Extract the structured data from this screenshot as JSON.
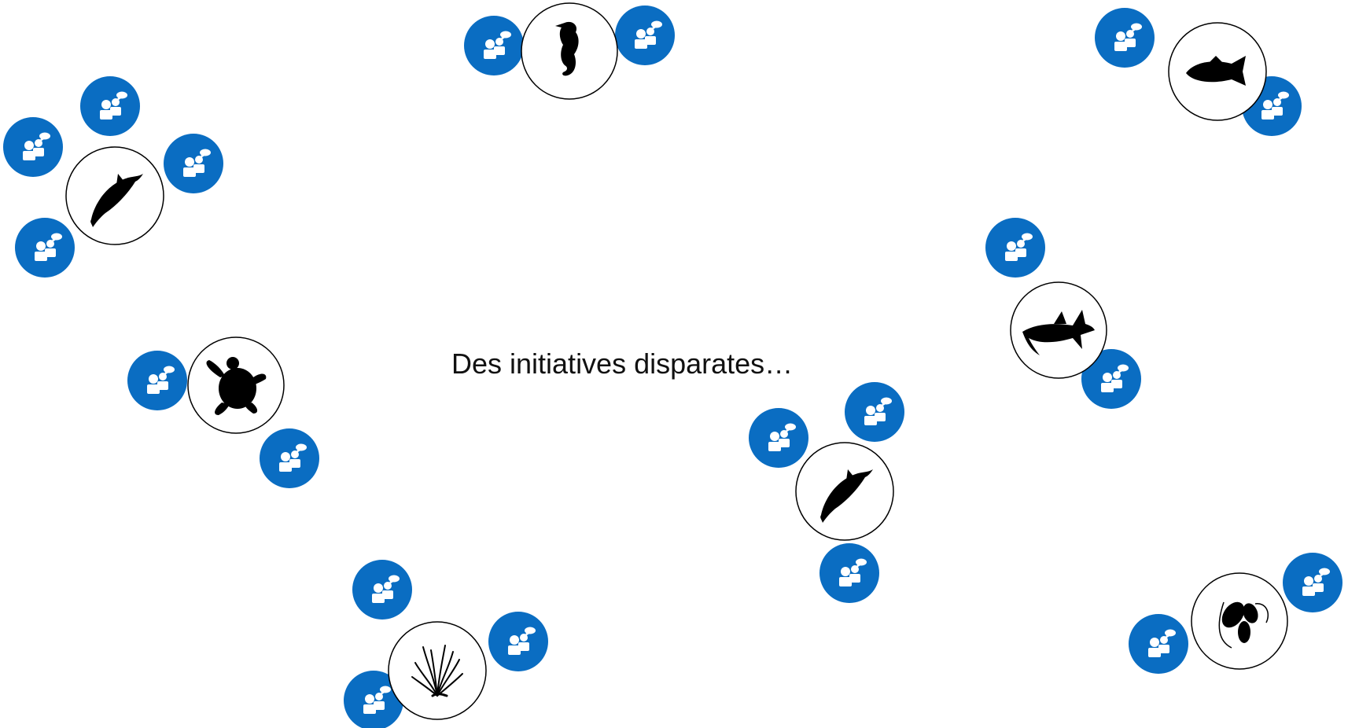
{
  "caption": "Des initiatives disparates…",
  "colors": {
    "badge": "#0a6dc2",
    "badge_glyph": "#ffffff",
    "outline": "#000000",
    "silhouette": "#000000"
  },
  "clusters": [
    {
      "animal": "dolphin-icon",
      "badges": 4
    },
    {
      "animal": "seahorse-icon",
      "badges": 2
    },
    {
      "animal": "fish-icon",
      "badges": 2
    },
    {
      "animal": "turtle-icon",
      "badges": 2
    },
    {
      "animal": "shark-icon",
      "badges": 2
    },
    {
      "animal": "dolphin-icon",
      "badges": 3
    },
    {
      "animal": "seaweed-icon",
      "badges": 3
    },
    {
      "animal": "plankton-icon",
      "badges": 2
    }
  ]
}
